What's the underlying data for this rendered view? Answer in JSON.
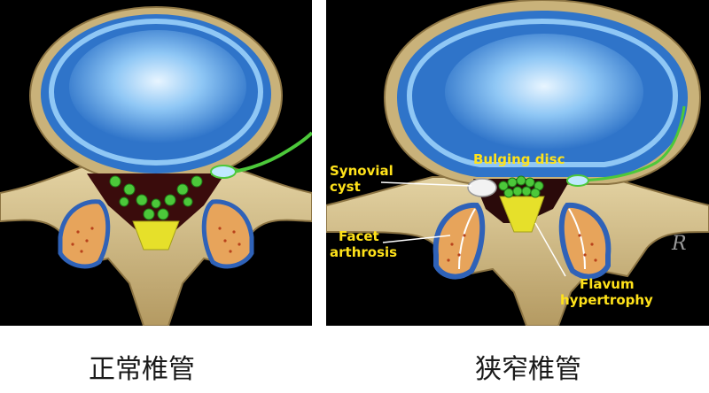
{
  "left_panel": {
    "caption": "正常椎管"
  },
  "right_panel": {
    "caption": "狭窄椎管",
    "labels": {
      "bulging_disc": "Bulging disc",
      "synovial_cyst_line1": "Synovial",
      "synovial_cyst_line2": "cyst",
      "facet_arthrosis_line1": "Facet",
      "facet_arthrosis_line2": "arthrosis",
      "flavum_line1": "Flavum",
      "flavum_line2": "hypertrophy"
    }
  },
  "colors": {
    "background": "#000000",
    "disc_blue": "#2f74c9",
    "disc_light": "#8fc7f5",
    "bone": "#d6c28e",
    "nerve_green": "#4cc83a",
    "ligament_yellow": "#e6e02a",
    "label_yellow": "#ffe21a",
    "label_white": "#ffffff"
  }
}
